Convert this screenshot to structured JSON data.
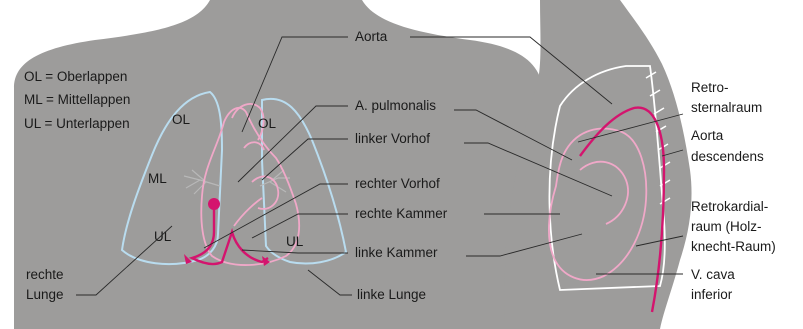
{
  "legend": {
    "ol": "OL = Oberlappen",
    "ml": "ML = Mittellappen",
    "ul": "UL = Unterlappen"
  },
  "lobes": {
    "ol_right": "OL",
    "ol_left": "OL",
    "ml": "ML",
    "ul_right": "UL",
    "ul_left": "UL"
  },
  "frontal_labels": {
    "aorta": "Aorta",
    "pulmonalis": "A. pulmonalis",
    "linker_vorhof": "linker Vorhof",
    "rechter_vorhof": "rechter Vorhof",
    "rechte_kammer": "rechte Kammer",
    "linke_kammer": "linke Kammer",
    "rechte_lunge_1": "rechte",
    "rechte_lunge_2": "Lunge",
    "linke_lunge": "linke Lunge"
  },
  "lateral_labels": {
    "retro_1": "Retro-",
    "retro_2": "sternalraum",
    "aorta_desc_1": "Aorta",
    "aorta_desc_2": "descendens",
    "retrokard_1": "Retrokardial-",
    "retrokard_2": "raum (Holz-",
    "retrokard_3": "knecht-Raum)",
    "vcava_1": "V. cava",
    "vcava_2": "inferior"
  },
  "colors": {
    "silhouette": "#9d9c9b",
    "lung_outline": "#b9dcef",
    "heart_outline": "#f0a8c8",
    "vessel": "#d4146e",
    "background": "#ffffff"
  }
}
